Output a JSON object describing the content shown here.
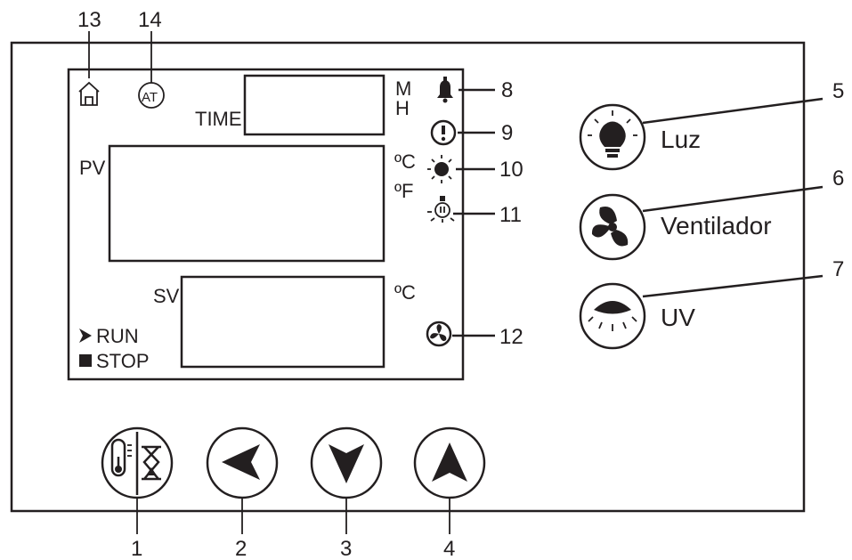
{
  "display": {
    "time_label": "TIME",
    "time_unit_m": "M",
    "time_unit_h": "H",
    "pv_label": "PV",
    "pv_unit_c": "ºC",
    "pv_unit_f": "ºF",
    "sv_label": "SV",
    "sv_unit_c": "ºC",
    "run_label": "RUN",
    "stop_label": "STOP",
    "at_label": "AT"
  },
  "callouts": {
    "c1": "1",
    "c2": "2",
    "c3": "3",
    "c4": "4",
    "c5": "5",
    "c6": "6",
    "c7": "7",
    "c8": "8",
    "c9": "9",
    "c10": "10",
    "c11": "11",
    "c12": "12",
    "c13": "13",
    "c14": "14"
  },
  "buttons": {
    "light_label": "Luz",
    "fan_label": "Ventilador",
    "uv_label": "UV"
  },
  "icons": {
    "home": "home-icon",
    "auto_tune": "auto-tune-icon",
    "alarm": "bell-icon",
    "warning": "warning-icon",
    "heater": "sun-icon",
    "lamp": "lamp-icon",
    "fan_status": "fan-icon",
    "temp_timer": "thermometer-hourglass-icon",
    "left": "arrow-left-icon",
    "down": "arrow-down-icon",
    "up": "arrow-up-icon",
    "bulb": "light-bulb-icon",
    "fan": "fan-icon",
    "uv": "uv-lamp-icon"
  }
}
